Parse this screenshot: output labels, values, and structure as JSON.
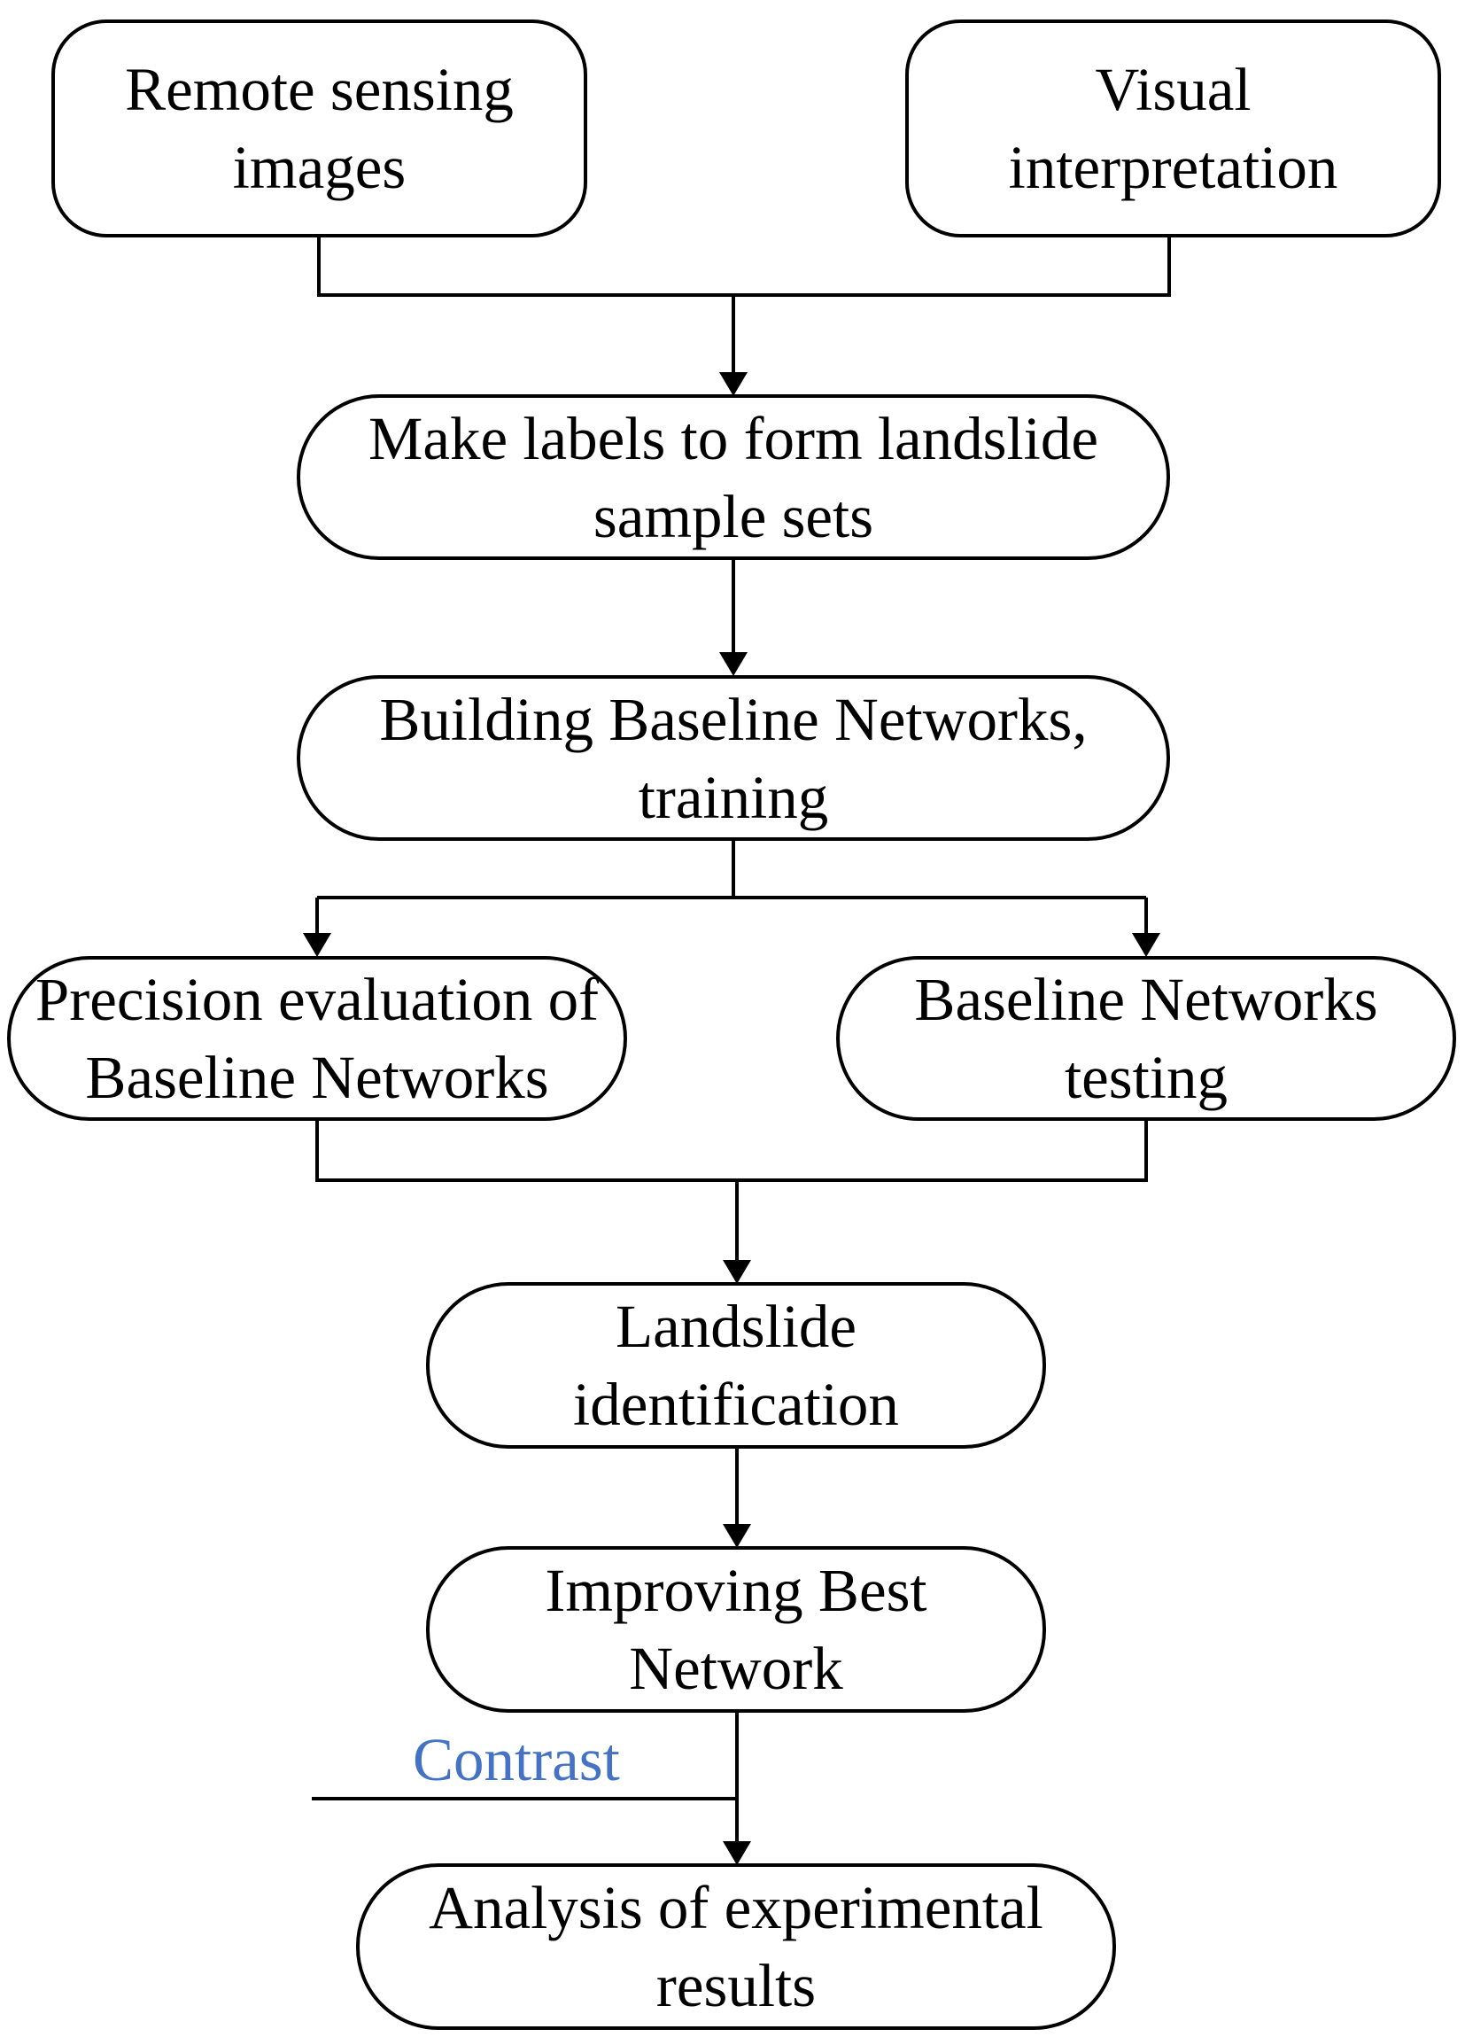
{
  "nodes": {
    "remote_sensing": "Remote sensing images",
    "visual_interpretation": "Visual interpretation",
    "make_labels": "Make labels to form landslide sample sets",
    "building_baseline": "Building Baseline Networks, training",
    "precision_evaluation": "Precision evaluation of Baseline Networks",
    "baseline_testing": "Baseline Networks testing",
    "landslide_identification": "Landslide identification",
    "improving_best": "Improving Best Network",
    "analysis": "Analysis of experimental results"
  },
  "annotation": {
    "contrast": "Contrast",
    "contrast_color": "#4472c4"
  },
  "edges": [
    {
      "from": "remote_sensing",
      "to": "make_labels"
    },
    {
      "from": "visual_interpretation",
      "to": "make_labels"
    },
    {
      "from": "make_labels",
      "to": "building_baseline"
    },
    {
      "from": "building_baseline",
      "to": "precision_evaluation"
    },
    {
      "from": "building_baseline",
      "to": "baseline_testing"
    },
    {
      "from": "precision_evaluation",
      "to": "landslide_identification"
    },
    {
      "from": "baseline_testing",
      "to": "landslide_identification"
    },
    {
      "from": "landslide_identification",
      "to": "improving_best"
    },
    {
      "from": "improving_best",
      "to": "analysis"
    }
  ]
}
